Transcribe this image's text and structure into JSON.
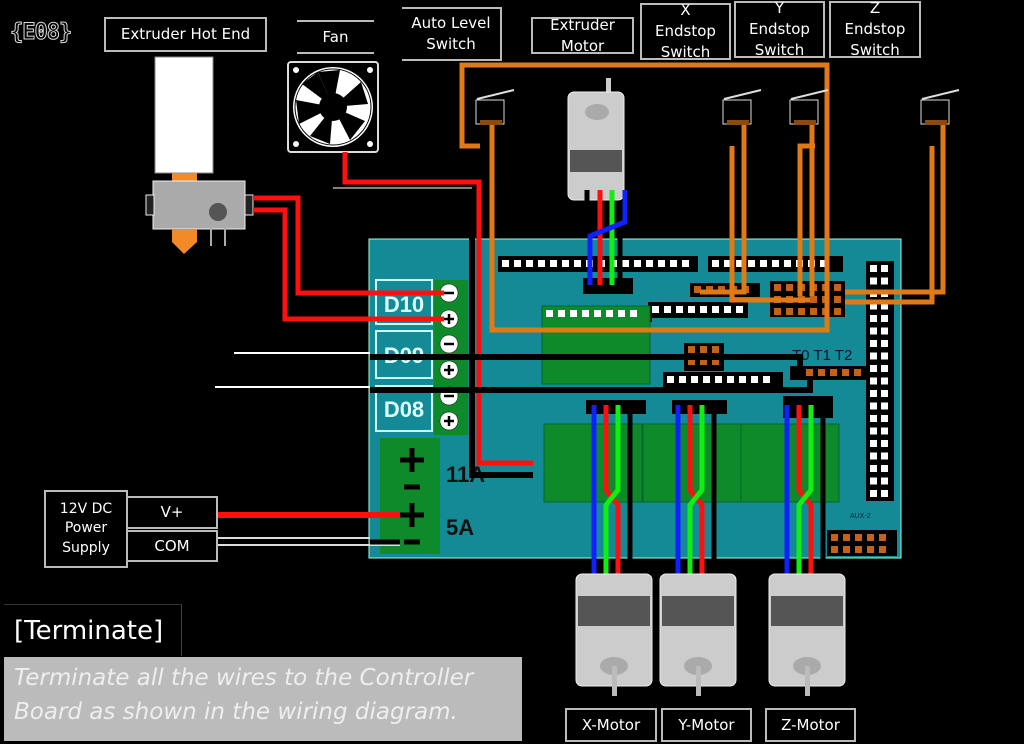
{
  "step_code": "{E08}",
  "labels": {
    "extruder_hot_end": "Extruder Hot End",
    "fan": "Fan",
    "auto_level_switch": "Auto Level Switch",
    "extruder_motor": "Extruder Motor",
    "x_endstop": "X Endstop Switch",
    "y_endstop": "Y Endstop Switch",
    "z_endstop": "Z Endstop Switch",
    "x_motor": "X-Motor",
    "y_motor": "Y-Motor",
    "z_motor": "Z-Motor"
  },
  "power_supply": {
    "name": "12V DC Power Supply",
    "terminal_vplus": "V+",
    "terminal_com": "COM"
  },
  "board": {
    "outputs": [
      "D10",
      "D09",
      "D08"
    ],
    "polarity_minus": "-",
    "polarity_plus": "+",
    "power_11a": "11A",
    "power_5a": "5A",
    "thermistors": "T0 T1 T2",
    "aux": "AUX-2"
  },
  "instruction": {
    "title": "[Terminate]",
    "text": "Terminate all the wires to the Controller Board as shown in the wiring diagram."
  },
  "colors": {
    "board": "#138a96",
    "terminal_green": "#0f8a2a",
    "wire_red": "#ff1010",
    "wire_orange": "#e07a17",
    "wire_blue": "#1020ff",
    "wire_green": "#10f010",
    "wire_black": "#000000"
  }
}
